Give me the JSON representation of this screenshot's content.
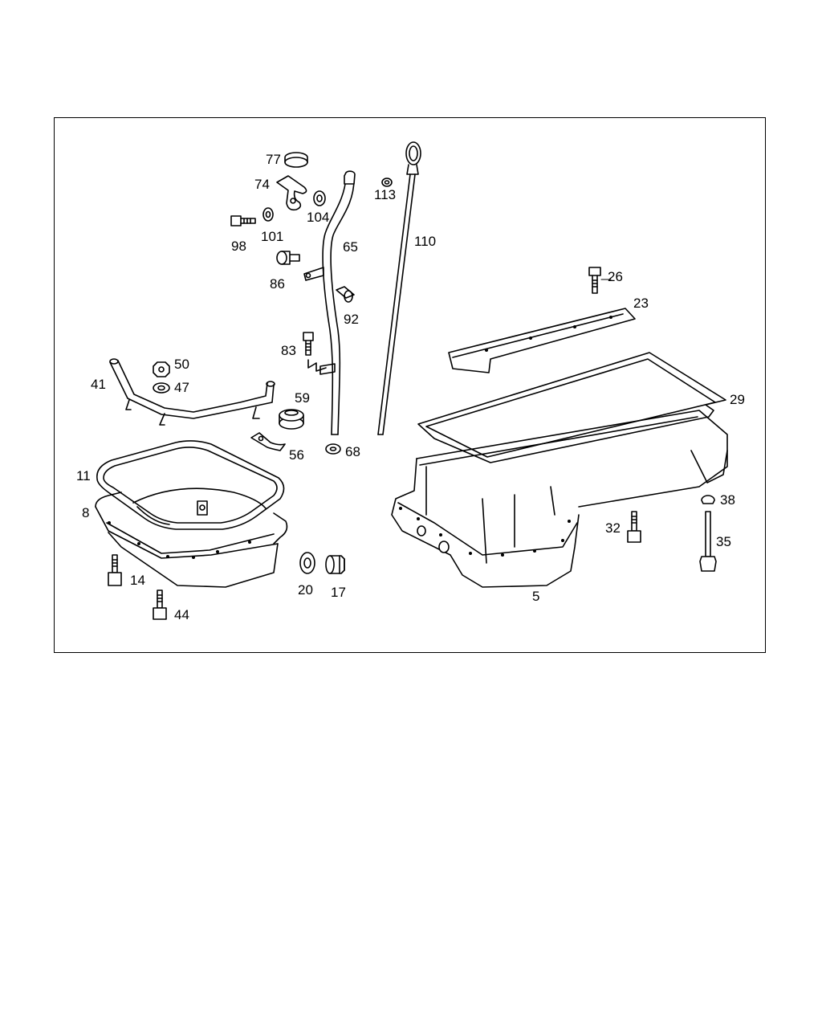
{
  "diagram": {
    "labels": [
      {
        "id": "77",
        "text": "77"
      },
      {
        "id": "74",
        "text": "74"
      },
      {
        "id": "104",
        "text": "104"
      },
      {
        "id": "113",
        "text": "113"
      },
      {
        "id": "110",
        "text": "110"
      },
      {
        "id": "98",
        "text": "98"
      },
      {
        "id": "101",
        "text": "101"
      },
      {
        "id": "65",
        "text": "65"
      },
      {
        "id": "86",
        "text": "86"
      },
      {
        "id": "92",
        "text": "92"
      },
      {
        "id": "26",
        "text": "26"
      },
      {
        "id": "23",
        "text": "23"
      },
      {
        "id": "83",
        "text": "83"
      },
      {
        "id": "50",
        "text": "50"
      },
      {
        "id": "47",
        "text": "47"
      },
      {
        "id": "41",
        "text": "41"
      },
      {
        "id": "59",
        "text": "59"
      },
      {
        "id": "29",
        "text": "29"
      },
      {
        "id": "56",
        "text": "56"
      },
      {
        "id": "68",
        "text": "68"
      },
      {
        "id": "11",
        "text": "11"
      },
      {
        "id": "8",
        "text": "8"
      },
      {
        "id": "38",
        "text": "38"
      },
      {
        "id": "32",
        "text": "32"
      },
      {
        "id": "35",
        "text": "35"
      },
      {
        "id": "14",
        "text": "14"
      },
      {
        "id": "20",
        "text": "20"
      },
      {
        "id": "17",
        "text": "17"
      },
      {
        "id": "5",
        "text": "5"
      },
      {
        "id": "44",
        "text": "44"
      }
    ]
  }
}
